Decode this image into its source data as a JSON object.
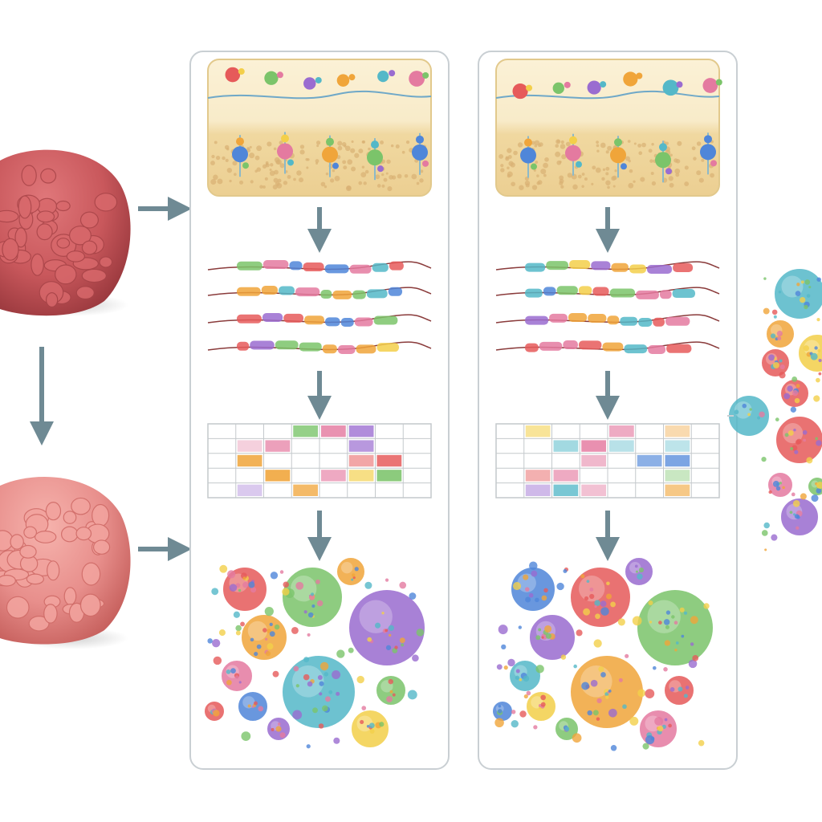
{
  "colors": {
    "background": "#ffffff",
    "arrow": "#6f8a94",
    "panel_border": "#c9cfd3",
    "tissue_dark": "#c9585c",
    "tissue_light": "#e88f8c",
    "membrane_fill": "#f8ebc9",
    "palette": [
      "#e65a5a",
      "#f0a53a",
      "#f3cf4a",
      "#7bc46a",
      "#54b8c8",
      "#4f86d9",
      "#9a6cd0",
      "#e47aa0"
    ]
  },
  "tissues": [
    {
      "shade": "dark",
      "icon": "tissue-sample-icon"
    },
    {
      "shade": "light",
      "icon": "tissue-sample-icon"
    }
  ],
  "pipeline": {
    "panels": [
      {
        "id": "panel-1",
        "stages": [
          "membrane-proteins",
          "peptide-chains",
          "data-table",
          "protein-cluster"
        ]
      },
      {
        "id": "panel-2",
        "stages": [
          "membrane-proteins",
          "peptide-chains",
          "data-table",
          "protein-cluster"
        ]
      }
    ]
  },
  "side_cluster": {
    "icon": "protein-cluster-icon"
  }
}
